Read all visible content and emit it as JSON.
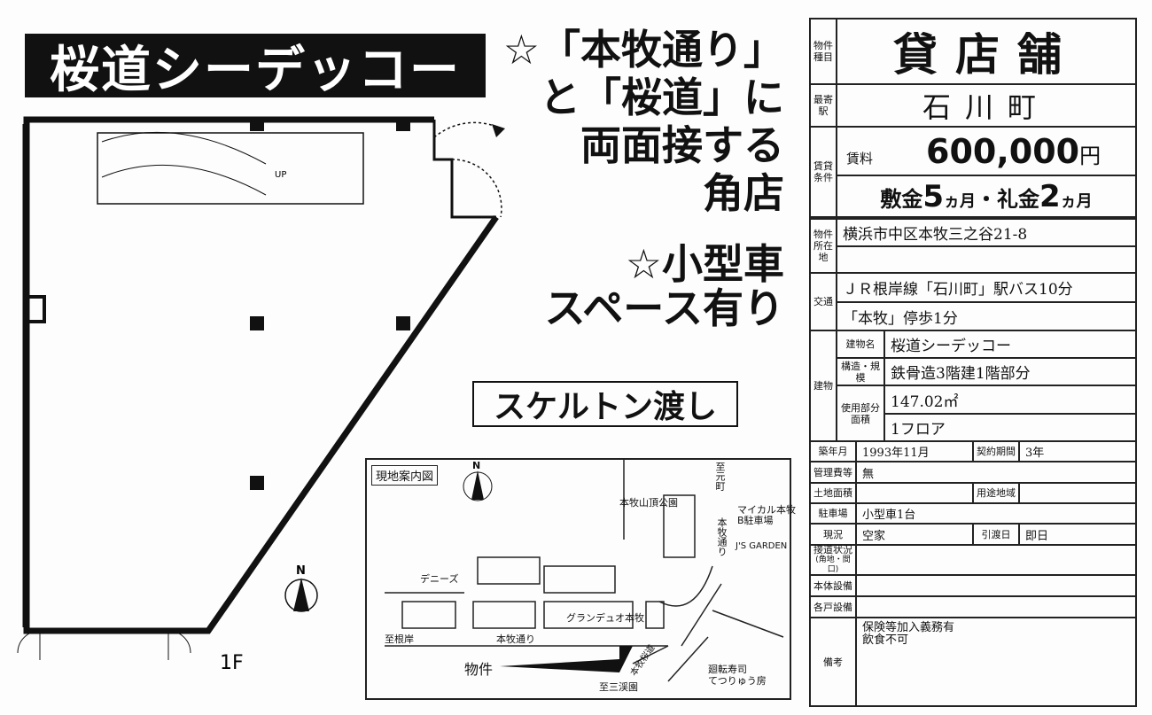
{
  "title": "桜道シーデッコー",
  "headlines": {
    "line1": "☆「本牧通り」",
    "line2": "と「桜道」に",
    "line3": "両面接する",
    "line4": "角店",
    "line5": "☆小型車",
    "line6": "スペース有り"
  },
  "skeleton": "スケルトン渡し",
  "floorplan": {
    "floor": "1F",
    "up": "UP",
    "north": "N"
  },
  "map": {
    "title": "現地案内図",
    "north": "N",
    "labels": [
      "本牧山頂公園",
      "至元町",
      "マイカル本牧",
      "B駐車場",
      "本牧通り",
      "J'S GARDEN",
      "デニーズ",
      "グランデュオ本牧",
      "至根岸",
      "本牧通り",
      "本牧桜道",
      "至三渓園",
      "廻転寿司",
      "てつりゅう房"
    ],
    "property": "物件"
  },
  "table": {
    "type_label": "物件種目",
    "type": "貸店舗",
    "station_label": "最寄駅",
    "station": "石川町",
    "terms_label": "賃貸条件",
    "rent_label": "賃料",
    "rent": "600,000",
    "yen": "円",
    "deposit": "敷金",
    "deposit_n": "5",
    "months": "ヵ月",
    "sep": "・",
    "key": "礼金",
    "key_n": "2",
    "address_label": "物件所在地",
    "address": "横浜市中区本牧三之谷21-8",
    "transport_label": "交通",
    "transport1": "ＪＲ根岸線「石川町」駅バス10分",
    "transport2": "「本牧」停歩1分",
    "building_label": "建物",
    "bname_label": "建物名",
    "bname": "桜道シーデッコー",
    "struct_label": "構造・規模",
    "struct": "鉄骨造3階建1階部分",
    "area_label": "使用部分面積",
    "area": "147.02㎡",
    "floors": "1フロア",
    "built_label": "築年月",
    "built": "1993年11月",
    "term_label": "契約期間",
    "term": "3年",
    "mgmt_label": "管理費等",
    "mgmt": "無",
    "land_label": "土地面積",
    "zone_label": "用途地域",
    "parking_label": "駐車場",
    "parking": "小型車1台",
    "status_label": "現況",
    "status": "空家",
    "handover_label": "引渡日",
    "handover": "即日",
    "road_label": "接道状況",
    "road_sub": "(角地・間口)",
    "equip_label": "本体設備",
    "unit_label": "各戸設備",
    "notes_label": "備考",
    "notes1": "保険等加入義務有",
    "notes2": "飲食不可"
  }
}
